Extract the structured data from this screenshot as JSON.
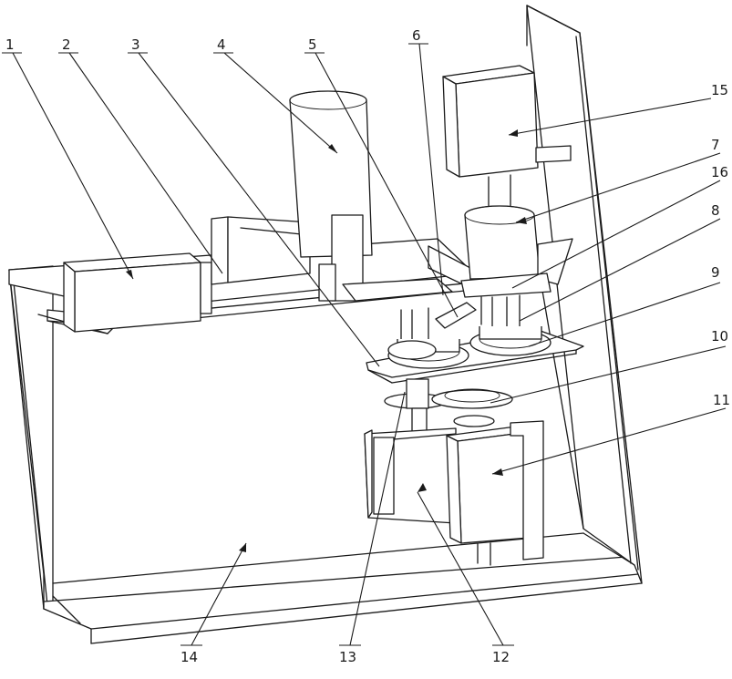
{
  "figure": {
    "callouts": [
      {
        "id": "1",
        "label": "1"
      },
      {
        "id": "2",
        "label": "2"
      },
      {
        "id": "3",
        "label": "3"
      },
      {
        "id": "4",
        "label": "4"
      },
      {
        "id": "5",
        "label": "5"
      },
      {
        "id": "6",
        "label": "6"
      },
      {
        "id": "7",
        "label": "7"
      },
      {
        "id": "8",
        "label": "8"
      },
      {
        "id": "9",
        "label": "9"
      },
      {
        "id": "10",
        "label": "10"
      },
      {
        "id": "11",
        "label": "11"
      },
      {
        "id": "12",
        "label": "12"
      },
      {
        "id": "13",
        "label": "13"
      },
      {
        "id": "14",
        "label": "14"
      },
      {
        "id": "15",
        "label": "15"
      },
      {
        "id": "16",
        "label": "16"
      }
    ]
  }
}
